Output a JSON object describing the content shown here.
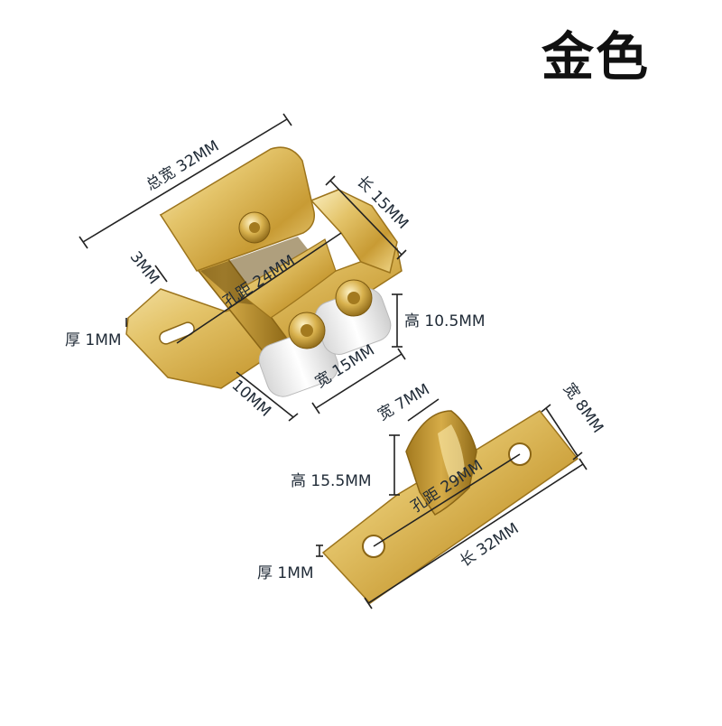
{
  "title": "金色",
  "colors": {
    "gold_light": "#f6e3a0",
    "gold_mid": "#d9b24e",
    "gold_dark": "#a37a1f",
    "roller": "#f2f2f2",
    "dimension_line": "#222222",
    "label_text": "#1f2a36"
  },
  "catch": {
    "total_width": "总宽 32MM",
    "length": "长 15MM",
    "hole_distance": "孔距 24MM",
    "offset": "3MM",
    "thickness": "厚 1MM",
    "height": "高 10.5MM",
    "width": "宽 15MM",
    "depth": "10MM"
  },
  "strike": {
    "width_top": "宽 7MM",
    "width_side": "宽 8MM",
    "height": "高 15.5MM",
    "hole_distance": "孔距 29MM",
    "thickness": "厚 1MM",
    "length": "长 32MM"
  }
}
